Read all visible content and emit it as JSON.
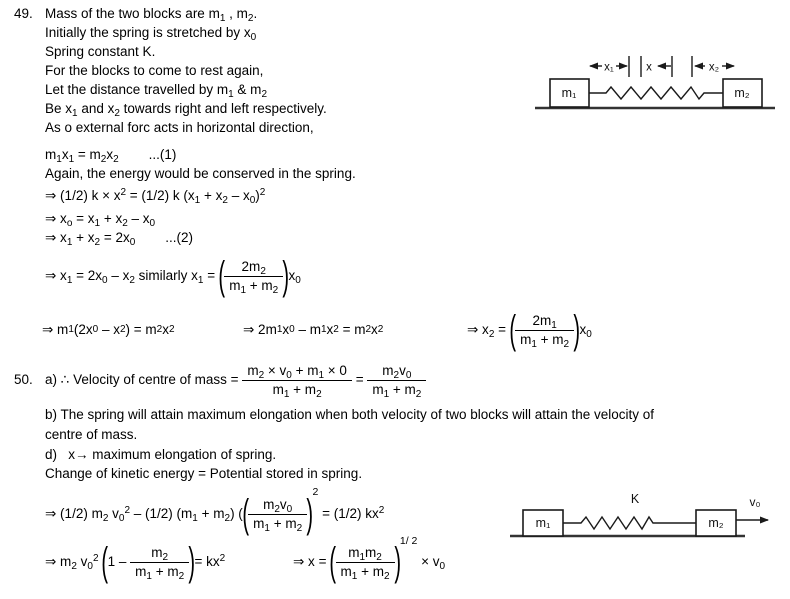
{
  "p49": {
    "number": "49.",
    "lines": [
      "Mass of the two blocks are m~1~ , m~2~.",
      "Initially the spring is stretched by x~0~",
      "Spring constant K.",
      "For the blocks to come to rest again,",
      "Let the distance travelled by m~1~ & m~2~",
      "Be x~1~ and x~2~ towards right and left respectively.",
      "As o external forc acts in horizontal direction,"
    ],
    "eq1": {
      "body": "m~1~x~1~ = m~2~x~2~",
      "tag": "...(1)"
    },
    "line_energy": "Again, the energy would be conserved in the spring.",
    "eq_energy": "⇒ (1/2) k × x^2^ = (1/2) k (x~1~ + x~2~ – x~0~)^2^",
    "eq_x0": "⇒ x~o~ = x~1~ + x~2~ – x~0~",
    "eq2": {
      "body": "⇒ x~1~ + x~2~ = 2x~0~",
      "tag": "...(2)"
    },
    "eq_x1": {
      "pre": "⇒ x~1~ = 2x~0~ – x~2~ similarly x~1~ = ",
      "frac": {
        "num": "2m~2~",
        "den": "m~1~ + m~2~"
      },
      "post": "x~0~"
    },
    "eq_row": {
      "a": "⇒ m~1~(2x~0~ – x~2~) = m~2~x~2~",
      "b": "⇒ 2m~1~x~0~ – m~1~x~2~ = m~2~x~2~",
      "c_pre": "⇒ x~2~ = ",
      "c_frac": {
        "num": "2m~1~",
        "den": "m~1~ + m~2~"
      },
      "c_post": "x~0~"
    }
  },
  "p50": {
    "number": "50.",
    "a": {
      "pre": "a) ∴ Velocity of centre of mass = ",
      "frac1": {
        "num": "m~2~ × v~0~ + m~1~ × 0",
        "den": "m~1~ + m~2~"
      },
      "eq": " = ",
      "frac2": {
        "num": "m~2~v~0~",
        "den": "m~1~ + m~2~"
      }
    },
    "b_line1": "b) The spring will attain maximum elongation when both velocity of two blocks will attain the velocity of",
    "b_line2": "centre of mass.",
    "d_line": "d)   x→ maximum elongation of spring.",
    "change_line": "Change of kinetic energy = Potential stored in spring.",
    "eq3": {
      "pre": "⇒ (1/2) m~2~ v~0~^2^ – (1/2) (m~1~ + m~2~) (",
      "frac": {
        "num": "m~2~v~0~",
        "den": "m~1~ + m~2~"
      },
      "sup": "2",
      "post": " = (1/2) kx^2^"
    },
    "eq4": {
      "pre": "⇒ m~2~ v~0~^2^ ",
      "inner": "1 – ",
      "frac": {
        "num": "m~2~",
        "den": "m~1~ + m~2~"
      },
      "post": "= kx^2^"
    },
    "eq5": {
      "pre": "⇒ x = ",
      "frac": {
        "num": "m~1~m~2~",
        "den": "m~1~ + m~2~"
      },
      "sup": "1/ 2",
      "post": " × v~0~"
    }
  },
  "diagram1": {
    "m1": "m₁",
    "m2": "m₂",
    "x1": "x₁",
    "xmid": "x",
    "x2": "x₂"
  },
  "diagram2": {
    "m1": "m₁",
    "m2": "m₂",
    "k": "K",
    "v0": "v₀"
  },
  "colors": {
    "ink": "#1a1a1a",
    "ground": "#333333"
  }
}
